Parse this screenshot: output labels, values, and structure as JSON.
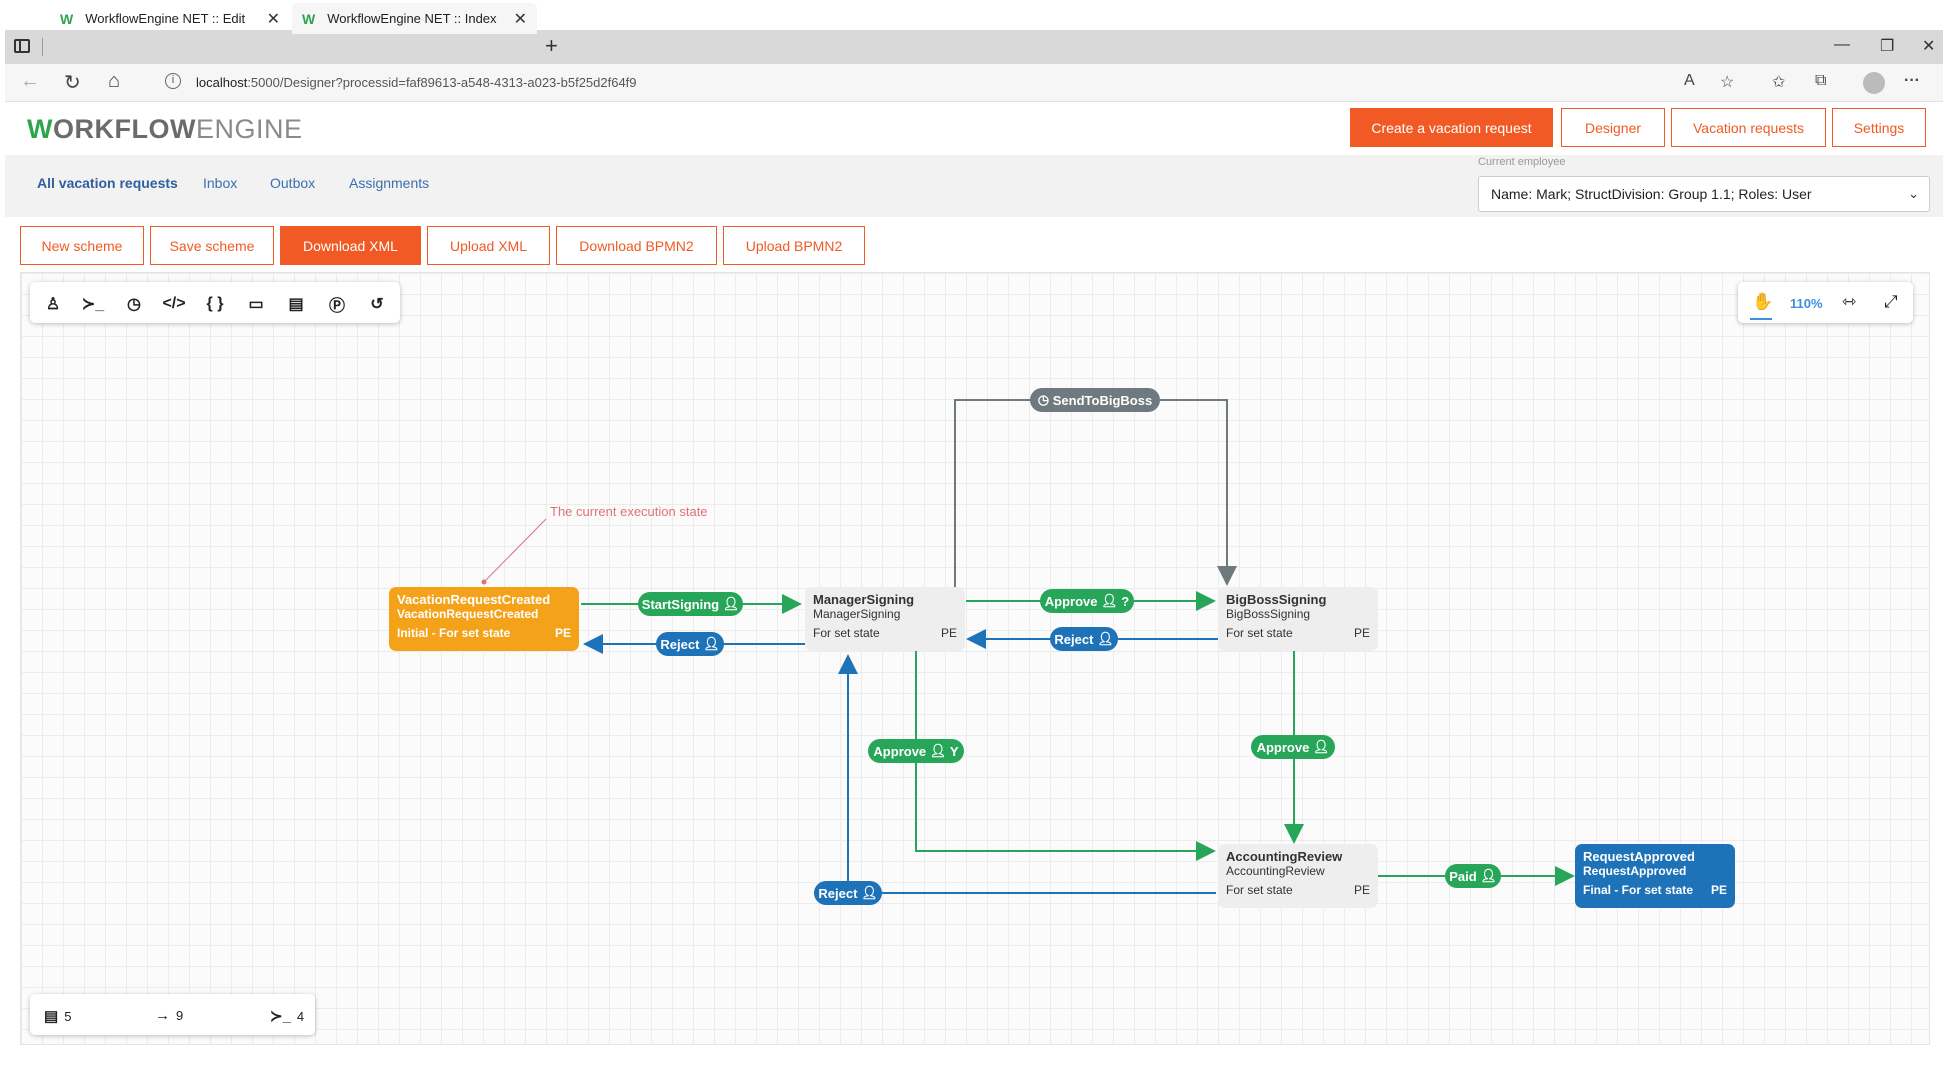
{
  "browser": {
    "tabs": [
      {
        "label": "WorkflowEngine NET :: Edit"
      },
      {
        "label": "WorkflowEngine NET :: Index"
      }
    ],
    "url_host": "localhost",
    "url_path": ":5000/Designer?processid=faf89613-a548-4313-a023-b5f25d2f64f9"
  },
  "header": {
    "logo_bold_w": "W",
    "logo_bold": "ORKFLOW",
    "logo_light": "ENGINE",
    "buttons": {
      "create": "Create a vacation request",
      "designer": "Designer",
      "vacation_requests": "Vacation requests",
      "settings": "Settings"
    }
  },
  "subnav": {
    "all": "All vacation requests",
    "inbox": "Inbox",
    "outbox": "Outbox",
    "assignments": "Assignments",
    "employee_label": "Current employee",
    "employee_value": "Name: Mark; StructDivision: Group 1.1; Roles: User"
  },
  "scheme_buttons": {
    "new": "New scheme",
    "save": "Save scheme",
    "download_xml": "Download XML",
    "upload_xml": "Upload XML",
    "download_bpmn": "Download BPMN2",
    "upload_bpmn": "Upload BPMN2"
  },
  "zoom": {
    "value": "110%"
  },
  "stats": {
    "activities": "5",
    "transitions": "9",
    "commands": "4"
  },
  "annotation": "The current execution state",
  "activities": {
    "created": {
      "name": "VacationRequestCreated",
      "state": "VacationRequestCreated",
      "type": "Initial - For set state",
      "pe": "PE"
    },
    "manager": {
      "name": "ManagerSigning",
      "state": "ManagerSigning",
      "type": "For set state",
      "pe": "PE"
    },
    "bigboss": {
      "name": "BigBossSigning",
      "state": "BigBossSigning",
      "type": "For set state",
      "pe": "PE"
    },
    "accounting": {
      "name": "AccountingReview",
      "state": "AccountingReview",
      "type": "For set state",
      "pe": "PE"
    },
    "approved": {
      "name": "RequestApproved",
      "state": "RequestApproved",
      "type": "Final - For set state",
      "pe": "PE"
    }
  },
  "commands": {
    "start_signing": "StartSigning",
    "reject1": "Reject",
    "approve_bigboss": "Approve",
    "reject2": "Reject",
    "send_to_bigboss": "SendToBigBoss",
    "approve_manager": "Approve",
    "approve_bb_acc": "Approve",
    "reject3": "Reject",
    "paid": "Paid"
  },
  "colors": {
    "accent": "#f15a24",
    "green": "#27a65a",
    "blue": "#1e73b8",
    "initial": "#f4a21a",
    "gray": "#6f7a7f"
  }
}
